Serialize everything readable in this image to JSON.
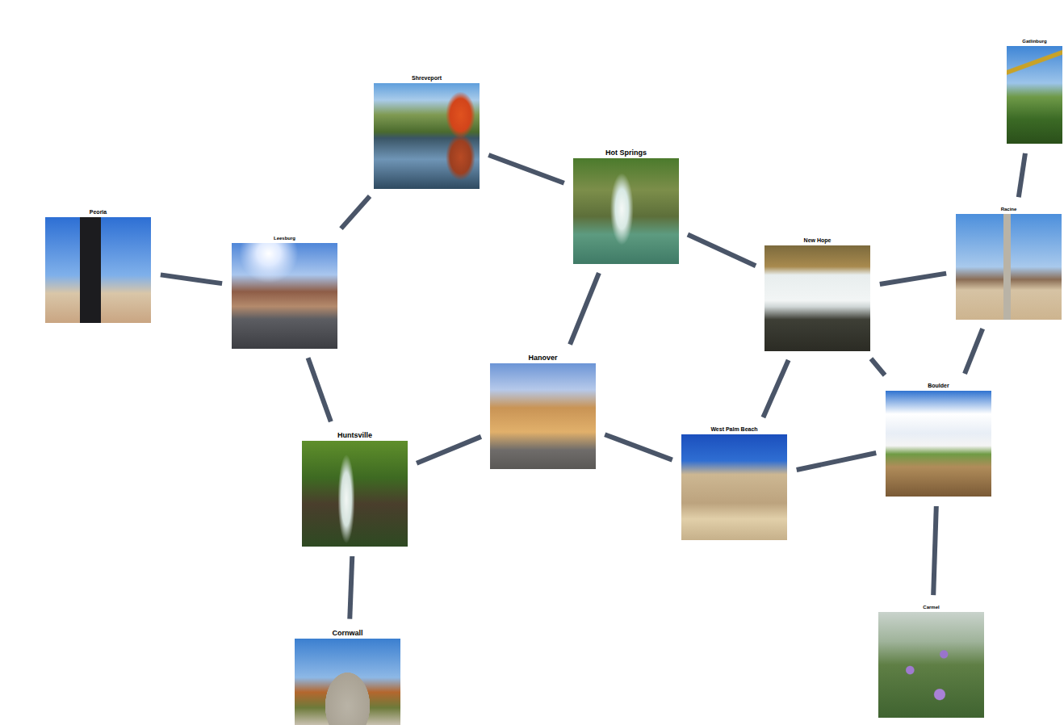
{
  "diagram": {
    "nodes": [
      {
        "text": [
          "Gatlinburg"
        ]
      },
      {
        "text": [
          "Shreveport"
        ]
      },
      {
        "text": [
          "Hot Springs"
        ]
      },
      {
        "text": [
          "Peoria"
        ]
      },
      {
        "text": [
          "Racine"
        ]
      },
      {
        "text": [
          "New Hope"
        ]
      },
      {
        "text": [
          "Leesburg"
        ]
      },
      {
        "text": [
          "Hanover"
        ]
      },
      {
        "text": [
          "Boulder"
        ]
      },
      {
        "text": [
          "West Palm Beach"
        ]
      },
      {
        "text": [
          "Huntsville"
        ]
      },
      {
        "text": [
          "Carmel"
        ]
      },
      {
        "text": [
          "Cornwall"
        ]
      }
    ],
    "edges": [
      {
        "from": 3,
        "to": 6,
        "arrow": "none"
      },
      {
        "from": 6,
        "to": 1,
        "arrow": "none"
      },
      {
        "from": 6,
        "to": 10,
        "arrow": "none"
      },
      {
        "from": 1,
        "to": 2,
        "arrow": "none"
      },
      {
        "from": 2,
        "to": 5,
        "arrow": "none"
      },
      {
        "from": 2,
        "to": 7,
        "arrow": "none"
      },
      {
        "from": 10,
        "to": 7,
        "arrow": "none"
      },
      {
        "from": 10,
        "to": 12,
        "arrow": "none"
      },
      {
        "from": 7,
        "to": 9,
        "arrow": "none"
      },
      {
        "from": 5,
        "to": 4,
        "arrow": "none"
      },
      {
        "from": 5,
        "to": 9,
        "arrow": "none"
      },
      {
        "from": 5,
        "to": 8,
        "arrow": "none"
      },
      {
        "from": 4,
        "to": 0,
        "arrow": "none"
      },
      {
        "from": 4,
        "to": 8,
        "arrow": "none"
      },
      {
        "from": 9,
        "to": 8,
        "arrow": "none"
      },
      {
        "from": 8,
        "to": 11,
        "arrow": "none"
      }
    ]
  }
}
